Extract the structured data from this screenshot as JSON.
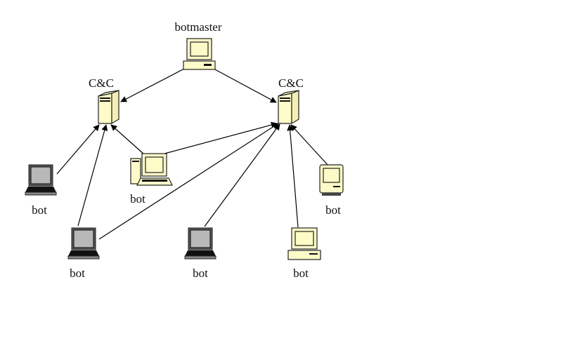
{
  "diagram": {
    "title": "Centralized botnet topology",
    "nodes": [
      {
        "id": "botmaster",
        "label": "botmaster",
        "icon": "desktop-computer-icon",
        "role": "botmaster"
      },
      {
        "id": "cc1",
        "label": "C&C",
        "icon": "server-tower-icon",
        "role": "command-and-control"
      },
      {
        "id": "cc2",
        "label": "C&C",
        "icon": "server-tower-icon",
        "role": "command-and-control"
      },
      {
        "id": "bot1",
        "label": "bot",
        "icon": "laptop-icon",
        "role": "bot"
      },
      {
        "id": "bot2",
        "label": "bot",
        "icon": "desktop-tower-computer-icon",
        "role": "bot"
      },
      {
        "id": "bot3",
        "label": "bot",
        "icon": "laptop-icon",
        "role": "bot"
      },
      {
        "id": "bot4",
        "label": "bot",
        "icon": "laptop-icon",
        "role": "bot"
      },
      {
        "id": "bot5",
        "label": "bot",
        "icon": "desktop-computer-icon",
        "role": "bot"
      },
      {
        "id": "bot6",
        "label": "bot",
        "icon": "classic-mac-icon",
        "role": "bot"
      }
    ],
    "edges": [
      {
        "from": "botmaster",
        "to": "cc1"
      },
      {
        "from": "botmaster",
        "to": "cc2"
      },
      {
        "from": "bot1",
        "to": "cc1"
      },
      {
        "from": "bot3",
        "to": "cc1"
      },
      {
        "from": "bot2",
        "to": "cc1"
      },
      {
        "from": "bot2",
        "to": "cc2"
      },
      {
        "from": "bot3",
        "to": "cc2"
      },
      {
        "from": "bot4",
        "to": "cc2"
      },
      {
        "from": "bot5",
        "to": "cc2"
      },
      {
        "from": "bot6",
        "to": "cc2"
      }
    ]
  }
}
